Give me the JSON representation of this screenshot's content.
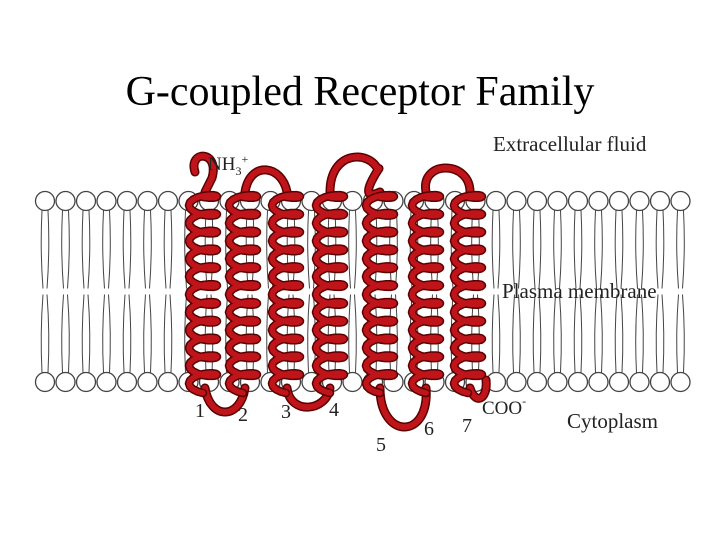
{
  "slide": {
    "title": "G-coupled Receptor Family"
  },
  "diagram": {
    "labels": {
      "extracellular": "Extracellular fluid",
      "membrane": "Plasma membrane",
      "cytoplasm": "Cytoplasm",
      "n_terminus_base": "NH",
      "n_terminus_sub": "3",
      "n_terminus_sup": "+",
      "c_terminus_base": "COO",
      "c_terminus_sup": "-"
    },
    "helix_numbers": [
      "1",
      "2",
      "3",
      "4",
      "5",
      "6",
      "7"
    ],
    "colors": {
      "protein_fill": "#c0141b",
      "protein_outline": "#5a0000",
      "lipid_line": "#444444"
    }
  }
}
